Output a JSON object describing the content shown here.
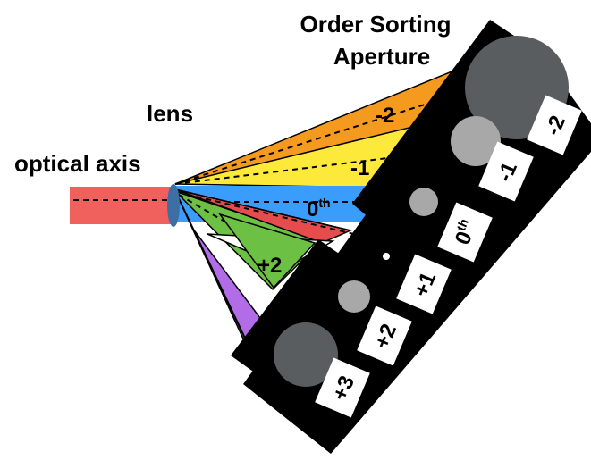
{
  "labels": {
    "title_line1": "Order Sorting",
    "title_line2": "Aperture",
    "lens": "lens",
    "optical_axis": "optical axis"
  },
  "beam_orders": {
    "minus2": "-2",
    "minus1": "-1",
    "zero": "0",
    "zero_sup": "th",
    "plus2": "+2"
  },
  "aperture_orders": {
    "minus2": "-2",
    "minus1": "-1",
    "zero": "0",
    "zero_sup": "th",
    "plus1": "+1",
    "plus2": "+2",
    "plus3": "+3"
  },
  "colors": {
    "axis_beam": "#f0605d",
    "order_minus2": "#f49a1e",
    "order_minus1": "#fde93a",
    "order_zero": "#3b9dfb",
    "order_plus1": "#e74c4c",
    "order_plus2": "#6cc044",
    "order_plus3": "#b26ce8",
    "lens": "#3d6fa5",
    "aperture": "#000000",
    "spot": "#a8a8a8",
    "spot_dark": "#5a5d60"
  }
}
